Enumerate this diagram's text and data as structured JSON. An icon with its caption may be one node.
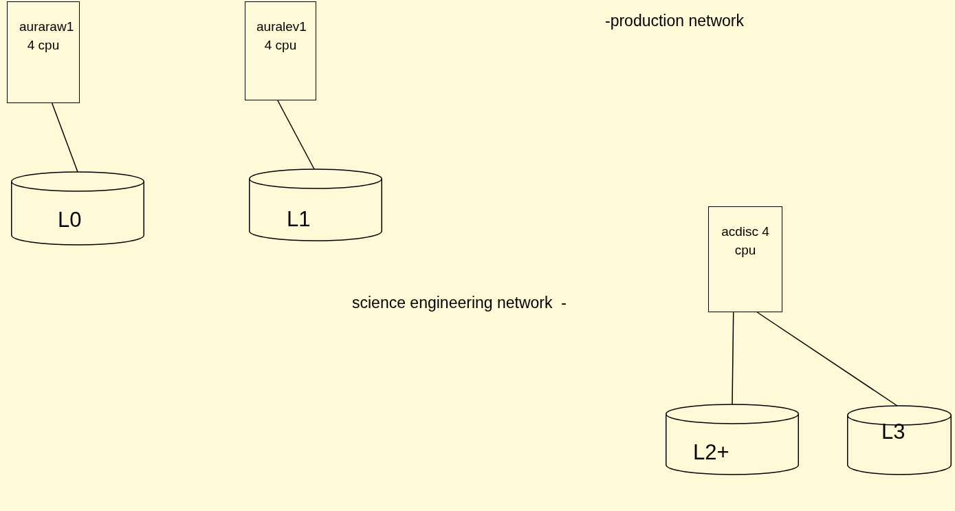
{
  "diagram": {
    "nodes": [
      {
        "text": [
          "auraraw1 4 cpu"
        ]
      },
      {
        "text": [
          "L0"
        ]
      },
      {
        "text": [
          "auralev1 4 cpu"
        ]
      },
      {
        "text": [
          "L1"
        ]
      },
      {
        "text": [
          "acdisc 4 cpu"
        ]
      },
      {
        "text": [
          "L2+"
        ]
      },
      {
        "text": [
          "L3"
        ]
      }
    ],
    "edges": [
      {
        "from": 0,
        "to": 1,
        "arrow": "none"
      },
      {
        "from": 2,
        "to": 3,
        "arrow": "none"
      },
      {
        "from": 4,
        "to": 5,
        "arrow": "none"
      },
      {
        "from": 4,
        "to": 6,
        "arrow": "none"
      }
    ],
    "labels": [
      "-production network",
      "science engineering network  -"
    ]
  }
}
